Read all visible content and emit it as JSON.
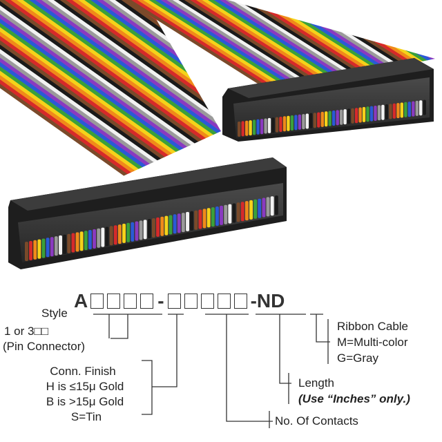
{
  "part": {
    "prefix": "A",
    "dash": "-",
    "suffix": "-ND",
    "group1_boxes": 4,
    "group2_boxes": 5
  },
  "labels": {
    "style": "Style",
    "style_option": "1 or 3□□",
    "style_note": "(Pin Connector)",
    "finish_title": "Conn. Finish",
    "finish_h": "H is ≤15μ Gold",
    "finish_b": "B is >15μ Gold",
    "finish_s": "S=Tin",
    "contacts": "No. Of Contacts",
    "length": "Length",
    "length_note": "(Use “Inches” only.)",
    "cable": "Ribbon Cable",
    "cable_m": "M=Multi-color",
    "cable_g": "G=Gray"
  },
  "colors": {
    "connector": "#2e2e2e",
    "connector_edge": "#1a1a1a",
    "line": "#333333",
    "ribbon": [
      "#7a4a2a",
      "#d62a2a",
      "#f08a1a",
      "#f5d21a",
      "#3aa03a",
      "#2a5ad6",
      "#8a3ac0",
      "#9a9a9a",
      "#f2f2f2",
      "#1a1a1a"
    ]
  }
}
